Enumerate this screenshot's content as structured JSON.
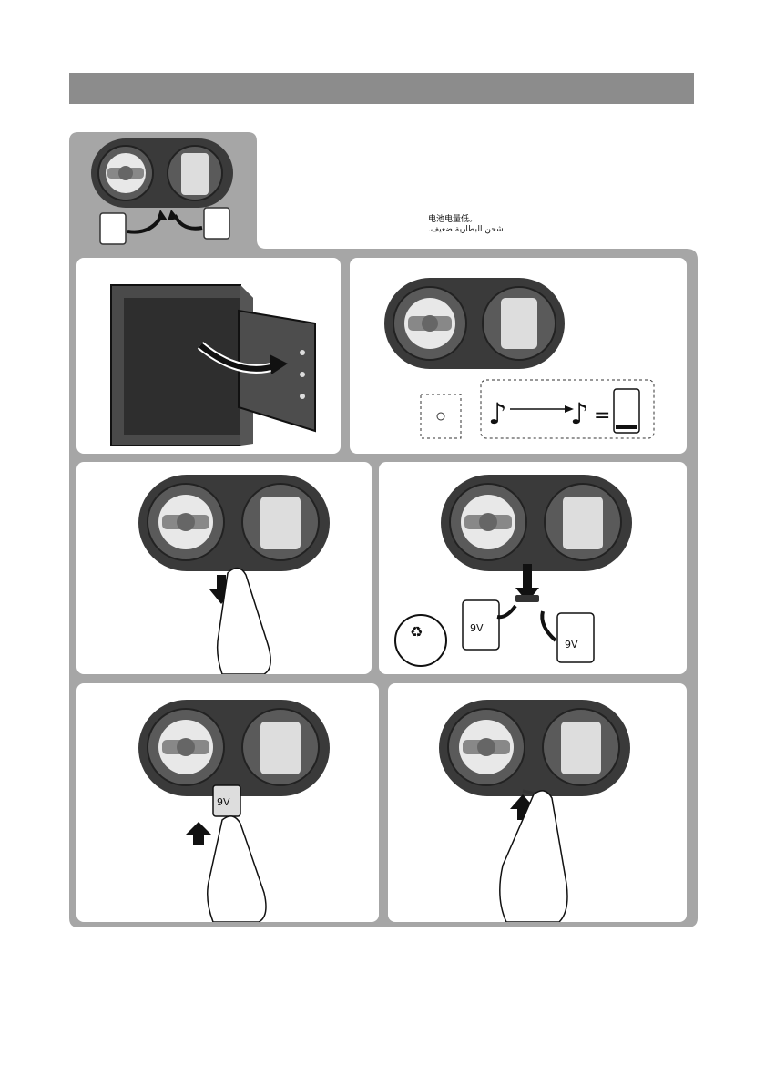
{
  "header": {
    "bar_color": "#8c8c8c"
  },
  "caption": {
    "chinese": "电池电量低。",
    "arabic": "شحن البطارية ضعيف."
  },
  "battery_label": "9V",
  "colors": {
    "frame": "#a6a6a6",
    "lock_dark": "#3a3a3a",
    "panel_bg": "#ffffff"
  },
  "icons": [
    "safe-icon",
    "lock-panel-icon",
    "battery-icon",
    "music-note-icon",
    "recycle-icon",
    "arrow-icon",
    "finger-icon"
  ]
}
